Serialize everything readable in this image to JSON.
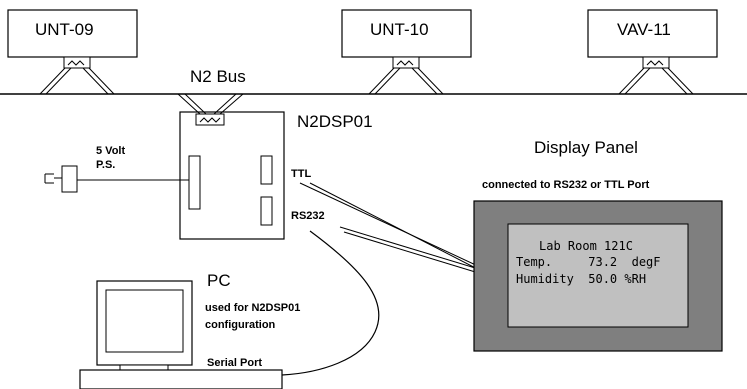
{
  "devices": {
    "unt09": "UNT-09",
    "unt10": "UNT-10",
    "vav11": "VAV-11"
  },
  "bus": {
    "label": "N2 Bus"
  },
  "module": {
    "name": "N2DSP01",
    "ports": {
      "ttl": "TTL",
      "rs232": "RS232"
    }
  },
  "power_supply": {
    "line1": "5 Volt",
    "line2": "P.S."
  },
  "display_panel": {
    "title": "Display Panel",
    "subtitle": "connected to RS232 or TTL Port",
    "lcd": {
      "line1": "Lab Room 121C",
      "line2": "Temp.     73.2  degF",
      "line3": "Humidity  50.0 %RH"
    }
  },
  "pc": {
    "title": "PC",
    "note_line1": "used for N2DSP01",
    "note_line2": "configuration",
    "port_label": "Serial Port"
  },
  "colors": {
    "panel_frame": "#7f7f7f",
    "panel_screen": "#c0c0c0",
    "line": "#000000",
    "background": "#ffffff"
  }
}
